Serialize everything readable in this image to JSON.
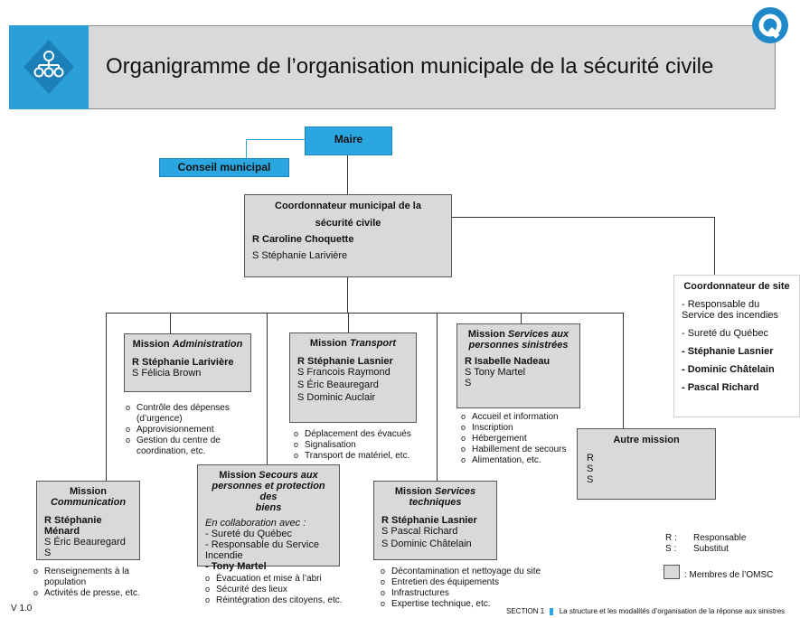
{
  "header": {
    "title": "Organigramme de l’organisation municipale de la sécurité civile"
  },
  "maire": "Maire",
  "conseil": "Conseil municipal",
  "coordonnateur": {
    "title1": "Coordonnateur municipal de la",
    "title2": "sécurité civile",
    "r": "R Caroline Choquette",
    "s": "S Stéphanie Larivière"
  },
  "site": {
    "title": "Coordonnateur de site",
    "items": [
      "- Responsable du Service des incendies",
      "- Sureté du Québec",
      "- Stéphanie Lasnier",
      "- Dominic Châtelain",
      "- Pascal Richard"
    ]
  },
  "administration": {
    "prefix": "Mission ",
    "name": "Administration",
    "r": "R Stéphanie Larivière",
    "s": "S Félicia Brown",
    "bullets": [
      "Contrôle des dépenses (d’urgence)",
      "Approvisionnement",
      "Gestion du centre de coordination, etc."
    ]
  },
  "transport": {
    "prefix": "Mission ",
    "name": "Transport",
    "r": "R Stéphanie Lasnier",
    "s": [
      "S Francois Raymond",
      "S Éric Beauregard",
      "S Dominic Auclair"
    ],
    "bullets": [
      "Déplacement des évacués",
      "Signalisation",
      "Transport de matériel, etc."
    ]
  },
  "services_sinistres": {
    "prefix": "Mission ",
    "name1": "Services aux",
    "name2": "personnes sinistrées",
    "r": "R Isabelle Nadeau",
    "s": "S Tony Martel",
    "s2": "S",
    "bullets": [
      "Accueil et information",
      "Inscription",
      "Hébergement",
      "Habillement de secours",
      "Alimentation, etc."
    ]
  },
  "autre": {
    "title": "Autre mission",
    "lines": [
      "R",
      "S",
      "S"
    ]
  },
  "communication": {
    "prefix": "Mission",
    "name": "Communication",
    "r": "R Stéphanie Ménard",
    "s": "S Éric Beauregard",
    "s2": "S",
    "bullets": [
      "Renseignements à la population",
      "Activités de presse, etc."
    ]
  },
  "secours": {
    "prefix": "Mission ",
    "name1": "Secours aux",
    "name2": "personnes et protection des",
    "name3": "biens",
    "collab": "En collaboration avec :",
    "items": [
      "- Sureté du Québec",
      "- Responsable du Service Incendie",
      "- Tony Martel"
    ],
    "bullets": [
      "Évacuation et mise à l’abri",
      "Sécurité des lieux",
      "Réintégration des citoyens, etc."
    ]
  },
  "techniques": {
    "prefix": "Mission ",
    "name1": "Services",
    "name2": "techniques",
    "r": "R Stéphanie Lasnier",
    "s": [
      "S Pascal Richard",
      "S Dominic Châtelain"
    ],
    "bullets": [
      "Décontamination et nettoyage du site",
      "Entretien des équipements",
      "Infrastructures",
      "Expertise technique, etc."
    ]
  },
  "legend": {
    "r_key": "R :",
    "r_val": "Responsable",
    "s_key": "S :",
    "s_val": "Substitut",
    "omsc": ": Membres de l’OMSC"
  },
  "footer": {
    "version": "V 1.0",
    "section": "SECTION 1",
    "section_text": "La structure et les modalités d’organisation de la réponse aux sinistres"
  },
  "colors": {
    "accent": "#2aa6e0",
    "box": "#d9d9d9"
  }
}
